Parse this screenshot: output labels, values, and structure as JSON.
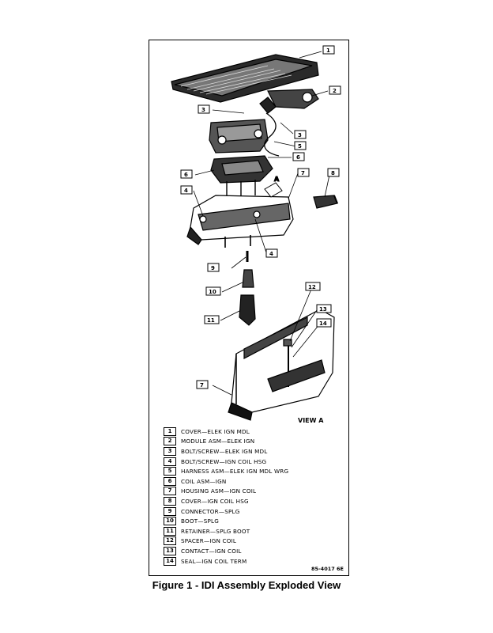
{
  "figure": {
    "caption": "Figure 1 - IDI Assembly Exploded View",
    "doc_code": "85-4017 6E",
    "view_label": "VIEW A",
    "arrow_label": "A"
  },
  "legend": [
    {
      "num": "1",
      "text": "COVER—ELEK IGN MDL"
    },
    {
      "num": "2",
      "text": "MODULE ASM—ELEK IGN"
    },
    {
      "num": "3",
      "text": "BOLT/SCREW—ELEK IGN MDL"
    },
    {
      "num": "4",
      "text": "BOLT/SCREW—IGN COIL HSG"
    },
    {
      "num": "5",
      "text": "HARNESS ASM—ELEK IGN MDL WRG"
    },
    {
      "num": "6",
      "text": "COIL ASM—IGN"
    },
    {
      "num": "7",
      "text": "HOUSING ASM—IGN COIL"
    },
    {
      "num": "8",
      "text": "COVER—IGN COIL HSG"
    },
    {
      "num": "9",
      "text": "CONNECTOR—SPLG"
    },
    {
      "num": "10",
      "text": "BOOT—SPLG"
    },
    {
      "num": "11",
      "text": "RETAINER—SPLG BOOT"
    },
    {
      "num": "12",
      "text": "SPACER—IGN COIL"
    },
    {
      "num": "13",
      "text": "CONTACT—IGN COIL"
    },
    {
      "num": "14",
      "text": "SEAL—IGN COIL TERM"
    }
  ],
  "callouts": [
    "1",
    "2",
    "3",
    "3",
    "5",
    "6",
    "6",
    "4",
    "7",
    "8",
    "4",
    "9",
    "10",
    "11",
    "12",
    "13",
    "14",
    "7"
  ]
}
